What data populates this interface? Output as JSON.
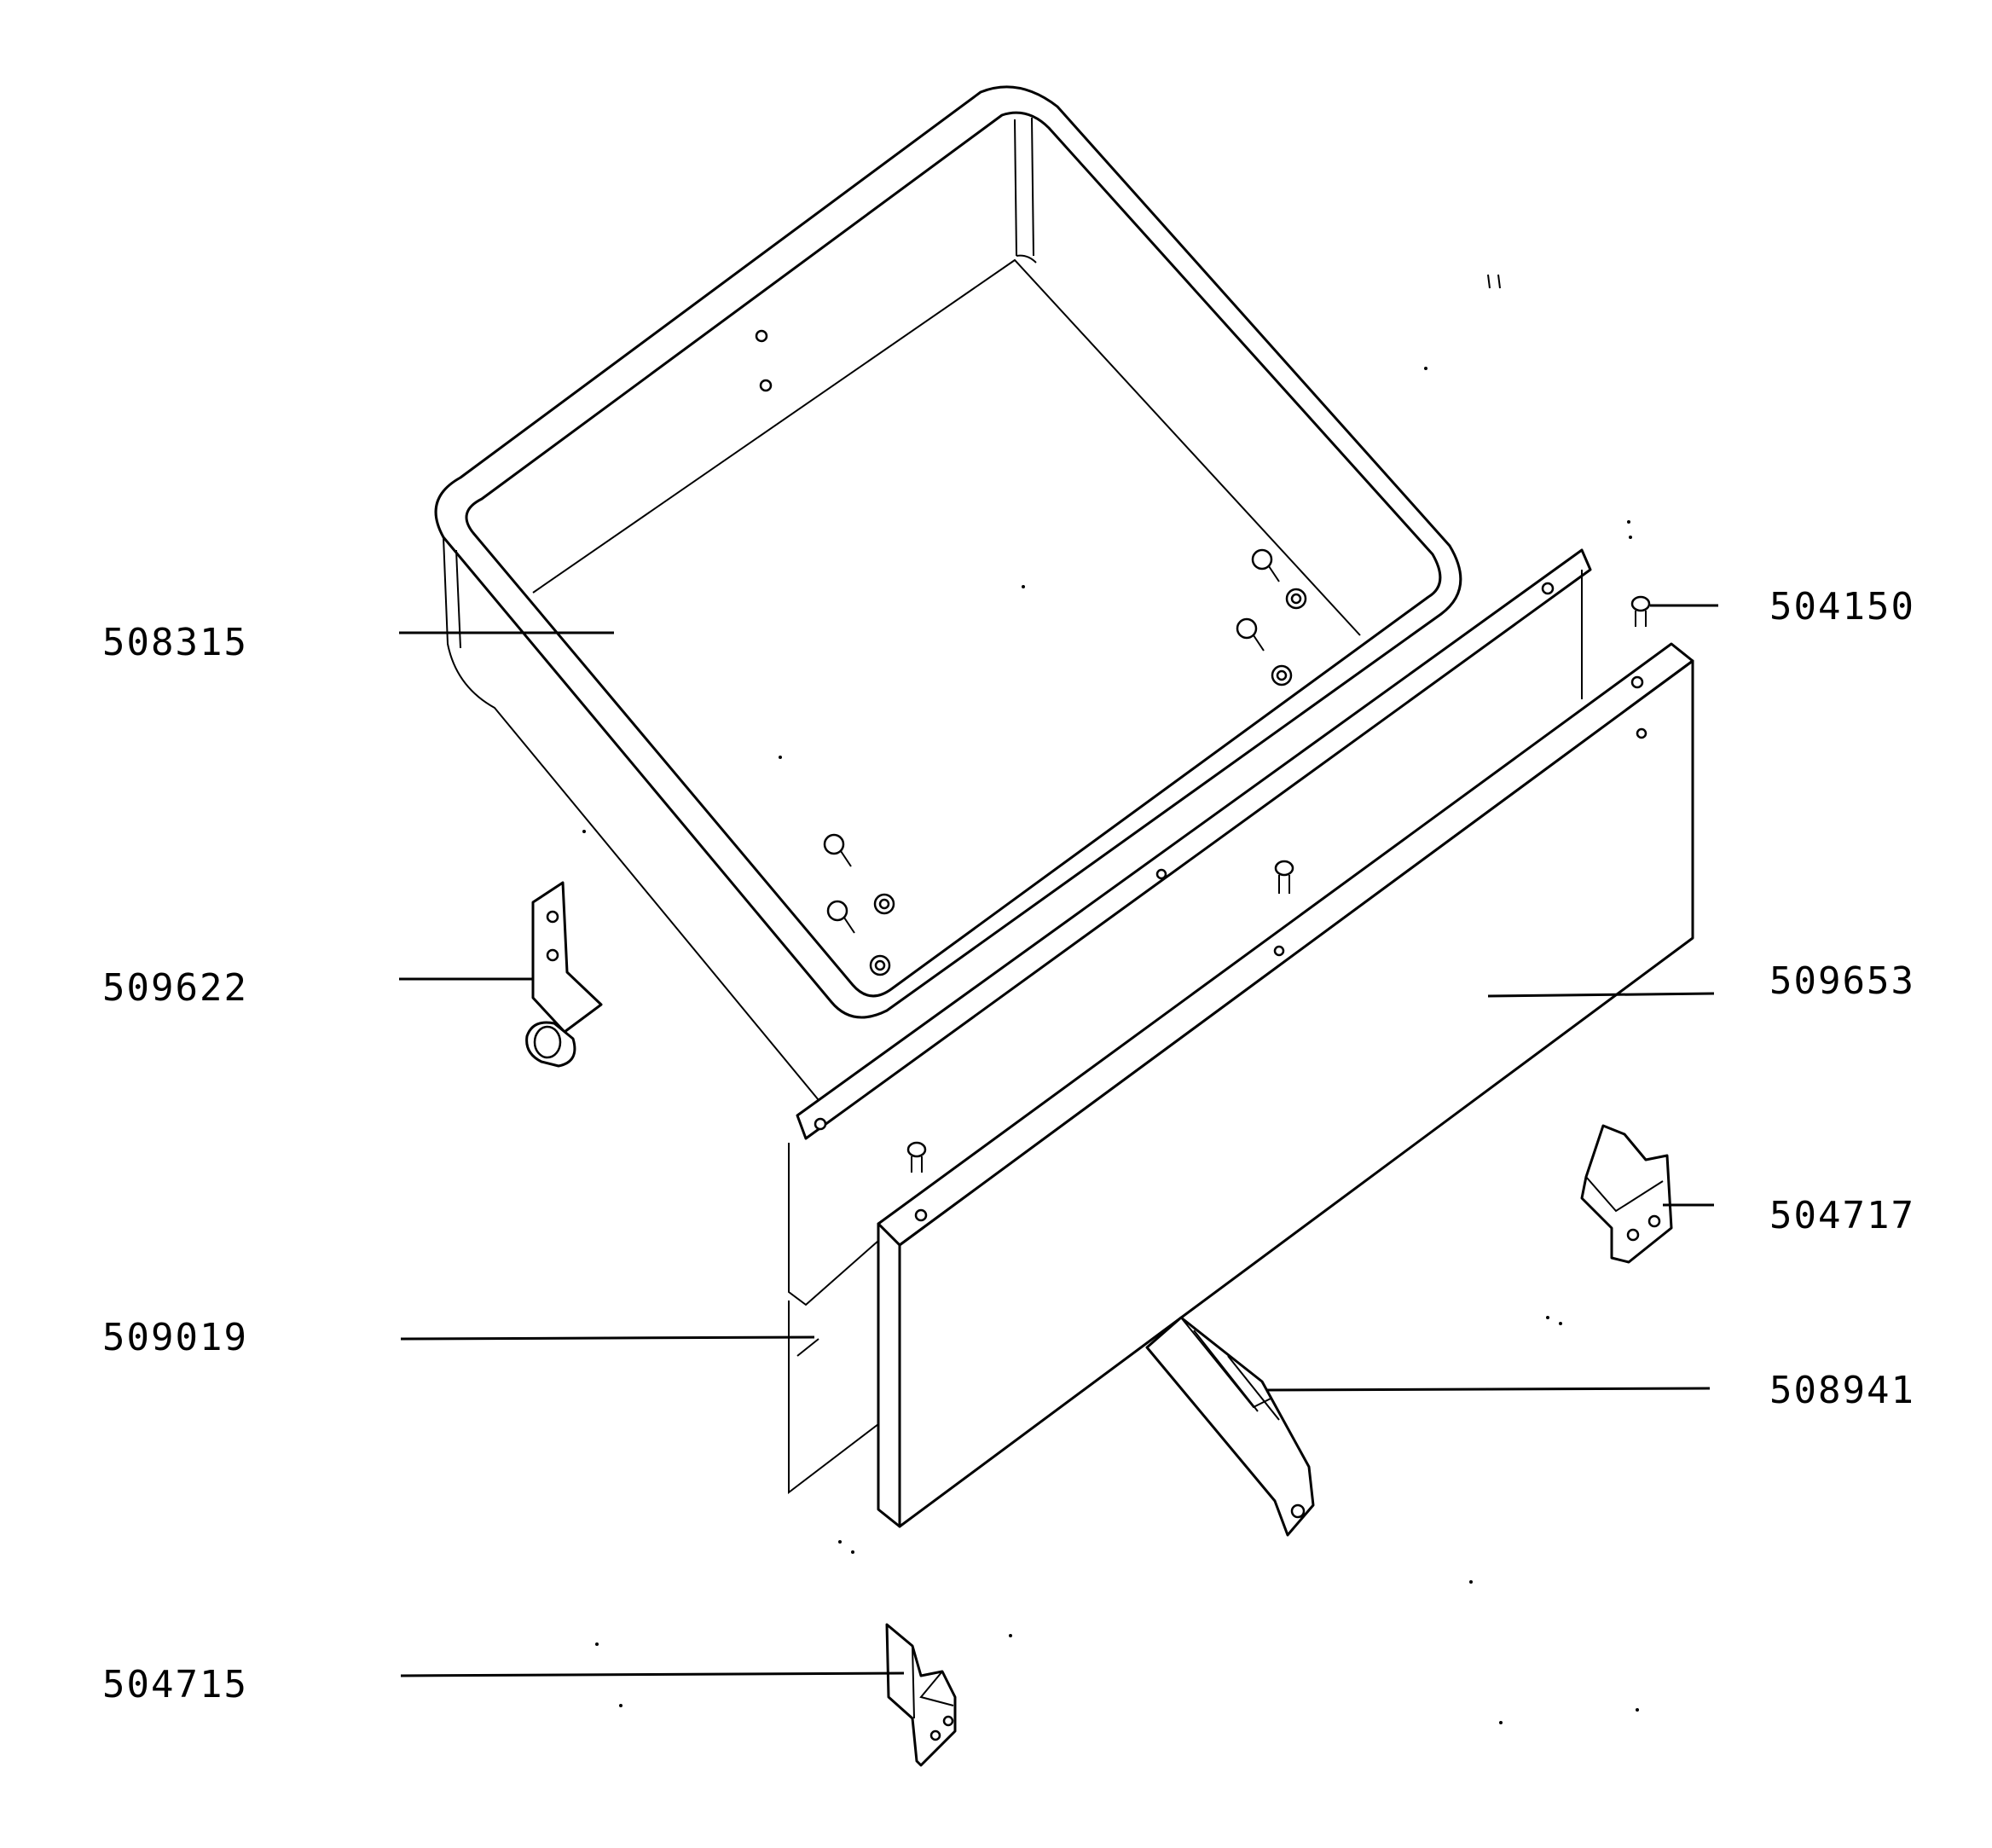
{
  "parts": [
    {
      "id": "p508315",
      "number": "508315",
      "side": "left"
    },
    {
      "id": "p509622",
      "number": "509622",
      "side": "left"
    },
    {
      "id": "p509019",
      "number": "509019",
      "side": "left"
    },
    {
      "id": "p504715",
      "number": "504715",
      "side": "left"
    },
    {
      "id": "p504150",
      "number": "504150",
      "side": "right"
    },
    {
      "id": "p509653",
      "number": "509653",
      "side": "right"
    },
    {
      "id": "p504717",
      "number": "504717",
      "side": "right"
    },
    {
      "id": "p508941",
      "number": "508941",
      "side": "right"
    }
  ]
}
